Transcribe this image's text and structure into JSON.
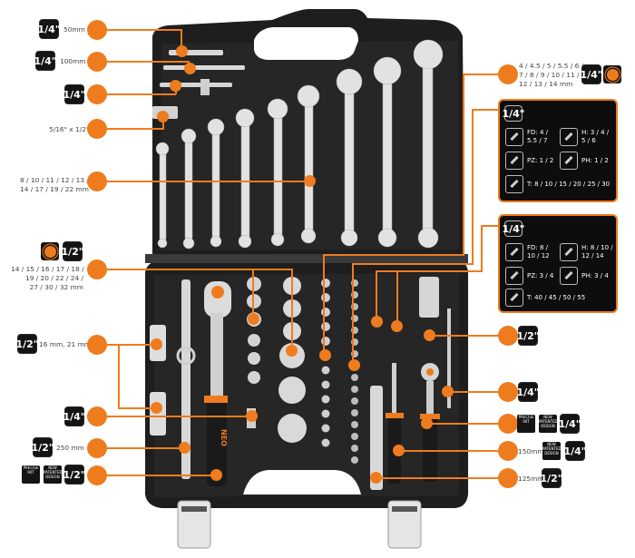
{
  "labels": {
    "bit_holder_50": {
      "badge": "1/4\"",
      "text": "50mm"
    },
    "bit_holder_100": {
      "badge": "1/4\"",
      "text": "100mm"
    },
    "t_bar": {
      "badge": "1/4\""
    },
    "adapter": {
      "text": "5/16\" x 1/2\""
    },
    "wrenches": {
      "text_line1": "8 / 10 / 11 / 12 / 13 /",
      "text_line2": "14 / 17 / 19 / 22 mm"
    },
    "sockets_half": {
      "badge": "1/2\"",
      "text_line1": "14 / 15 / 16 / 17 / 18 /",
      "text_line2": "19 / 20 / 22 / 24 /",
      "text_line3": "27 / 30 / 32 mm"
    },
    "spark_plug": {
      "badge": "1/2\"",
      "text": "16 mm, 21 mm"
    },
    "universal_joint_quarter": {
      "badge": "1/4\""
    },
    "extension_half": {
      "badge": "1/2\"",
      "text": "250 mm"
    },
    "ratchet_half": {
      "badge": "1/2\"",
      "precise_badge": "PRECISE 90T",
      "design_badge": "NEW PATENTED DESIGN"
    },
    "sockets_quarter": {
      "badge": "1/4\"",
      "text_line1": "4 / 4.5 / 5 / 5.5 / 6 /",
      "text_line2": "7 / 8 / 9 / 10 / 11 /",
      "text_line3": "12 / 13 / 14 mm"
    },
    "bits_quarter": {
      "badge": "1/4\"",
      "items": [
        {
          "icon": "flat-bit-icon",
          "text_line1": "FD: 4 /",
          "text_line2": "5.5 / 7"
        },
        {
          "icon": "hex-bit-icon",
          "text_line1": "H: 3 / 4 /",
          "text_line2": "5 / 6"
        },
        {
          "icon": "pozidriv-bit-icon",
          "text_line1": "PZ: 1 / 2",
          "text_line2": ""
        },
        {
          "icon": "phillips-bit-icon",
          "text_line1": "PH: 1 / 2",
          "text_line2": ""
        },
        {
          "icon": "torx-bit-icon",
          "text_line1": "T: 8 / 10 / 15 / 20 / 25 / 30",
          "text_line2": ""
        }
      ]
    },
    "bits_five_sixteenth": {
      "badge": "1/4\"",
      "items": [
        {
          "icon": "flat-bit-icon",
          "text_line1": "FD: 8 /",
          "text_line2": "10 / 12"
        },
        {
          "icon": "hex-bit-icon",
          "text_line1": "H: 8 / 10 /",
          "text_line2": "12 / 14"
        },
        {
          "icon": "pozidriv-bit-icon",
          "text_line1": "PZ: 3 / 4",
          "text_line2": ""
        },
        {
          "icon": "phillips-bit-icon",
          "text_line1": "PH: 3 / 4",
          "text_line2": ""
        },
        {
          "icon": "torx-bit-icon",
          "text_line1": "T: 40 / 45 / 50 / 55",
          "text_line2": ""
        }
      ]
    },
    "universal_joint_half": {
      "badge": "1/2\""
    },
    "extension_quarter": {
      "badge": "1/4\""
    },
    "ratchet_quarter": {
      "badge": "1/4\"",
      "precise_badge": "PRECISE 90T",
      "design_badge": "NEW PATENTED DESIGN"
    },
    "screwdriver_150": {
      "badge": "1/4\"",
      "text": "150mm",
      "design_badge": "NEW PATENTED DESIGN"
    },
    "extension_125": {
      "badge": "1/2\"",
      "text": "125mm"
    }
  },
  "brand": {
    "name": "NEO",
    "accent": "#ee7c1e",
    "case_color": "#1c1c1c"
  }
}
